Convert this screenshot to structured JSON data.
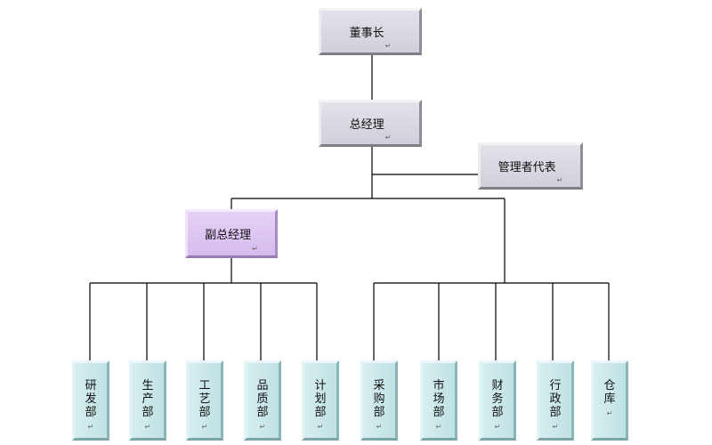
{
  "diagram": {
    "top": [
      {
        "id": "chairman",
        "label": "董事长"
      },
      {
        "id": "general-manager",
        "label": "总经理"
      },
      {
        "id": "management-rep",
        "label": "管理者代表"
      },
      {
        "id": "deputy-gm",
        "label": "副总经理"
      }
    ],
    "departments": [
      {
        "id": "rd",
        "label": "研发部"
      },
      {
        "id": "production",
        "label": "生产部"
      },
      {
        "id": "engineering",
        "label": "工艺部"
      },
      {
        "id": "quality",
        "label": "品质部"
      },
      {
        "id": "planning",
        "label": "计划部"
      },
      {
        "id": "purchasing",
        "label": "采购部"
      },
      {
        "id": "marketing",
        "label": "市场部"
      },
      {
        "id": "finance",
        "label": "财务部"
      },
      {
        "id": "admin",
        "label": "行政部"
      },
      {
        "id": "warehouse",
        "label": "仓库"
      }
    ],
    "paragraph_mark": "↵"
  }
}
